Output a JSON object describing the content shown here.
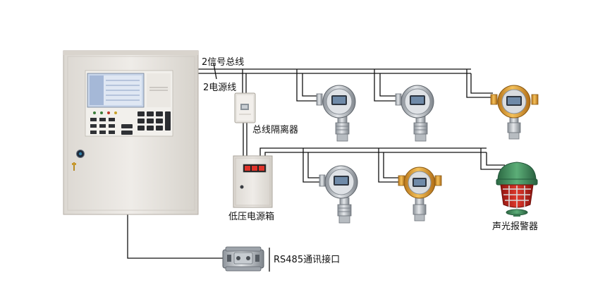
{
  "diagram": {
    "labels": {
      "signal_bus": "2信号总线",
      "power_line": "2电源线",
      "bus_isolator": "总线隔离器",
      "power_box": "低压电源箱",
      "alarm": "声光报警器",
      "rs485": "RS485通讯接口"
    }
  },
  "colors": {
    "wire": "#111111",
    "cabinet": "#e9e6e1",
    "detector_body": "#c9ccd0",
    "detector_yellow": "#e7a53a",
    "alarm_green": "#3d8c5a",
    "alarm_red": "#c8271f",
    "digit_red": "#e0332a",
    "screen_blue": "#5f7fb5"
  }
}
